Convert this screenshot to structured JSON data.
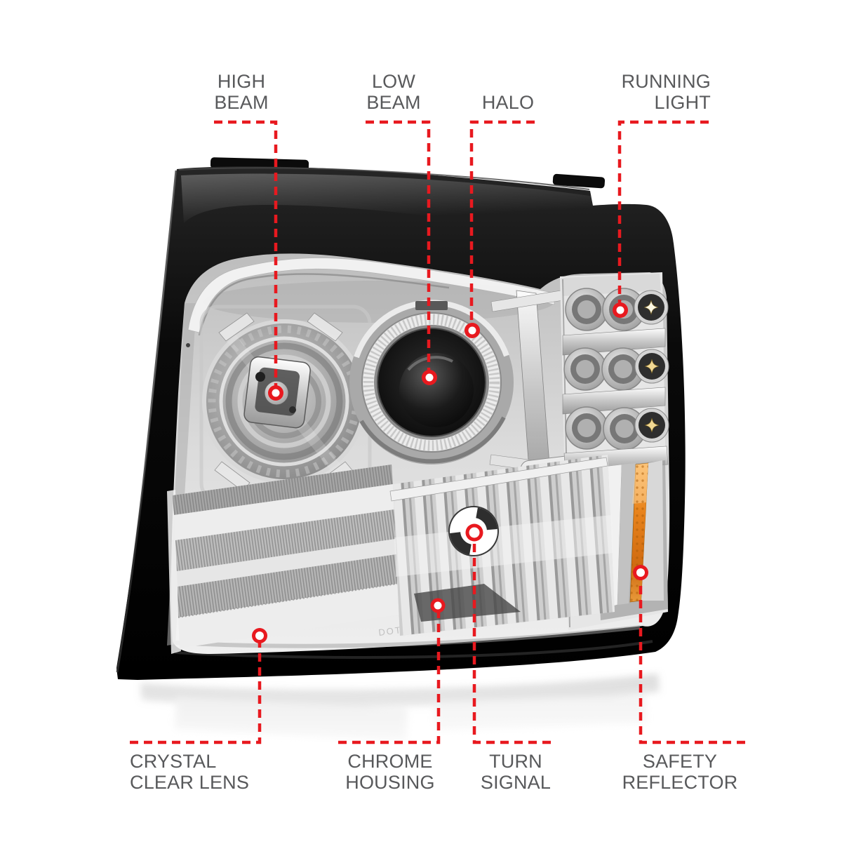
{
  "theme": {
    "background": "#ffffff",
    "accent_red": "#e8191f",
    "label_color": "#58595b",
    "amber": "#e0821c"
  },
  "callouts": {
    "high_beam": {
      "label": "HIGH\nBEAM"
    },
    "low_beam": {
      "label": "LOW\nBEAM"
    },
    "halo": {
      "label": "HALO"
    },
    "running_light": {
      "label": "RUNNING\nLIGHT"
    },
    "crystal_clear_lens": {
      "label": "CRYSTAL\nCLEAR LENS"
    },
    "chrome_housing": {
      "label": "CHROME\nHOUSING"
    },
    "turn_signal": {
      "label": "TURN\nSIGNAL"
    },
    "safety_reflector": {
      "label": "SAFETY\nREFLECTOR"
    }
  },
  "product": {
    "lens_marking": "DOT"
  }
}
